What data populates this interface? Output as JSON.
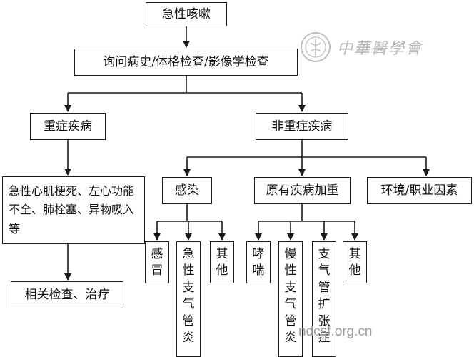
{
  "flowchart": {
    "root": "急性咳嗽",
    "step": "询问病史/体格检查/影像学检查",
    "severe": "重症疾病",
    "non_severe": "非重症疾病",
    "severe_detail": "急性心肌梗死、左心功能不全、肺栓塞、异物吸入等",
    "severe_action": "相关检查、治疗",
    "infection": "感染",
    "aggravation": "原有疾病加重",
    "environment": "环境/职业因素",
    "infection_children": [
      "感冒",
      "急性支气管炎",
      "其他"
    ],
    "aggravation_children": [
      "哮喘",
      "慢性支气管炎",
      "支气管扩张症",
      "其他"
    ]
  },
  "watermark": {
    "society": "中華醫學會",
    "url": "ndcsf.org.cn"
  },
  "colors": {
    "line": "#1a1a1a",
    "box_border": "#1a1a1a",
    "watermark": "#8a8a8a"
  }
}
